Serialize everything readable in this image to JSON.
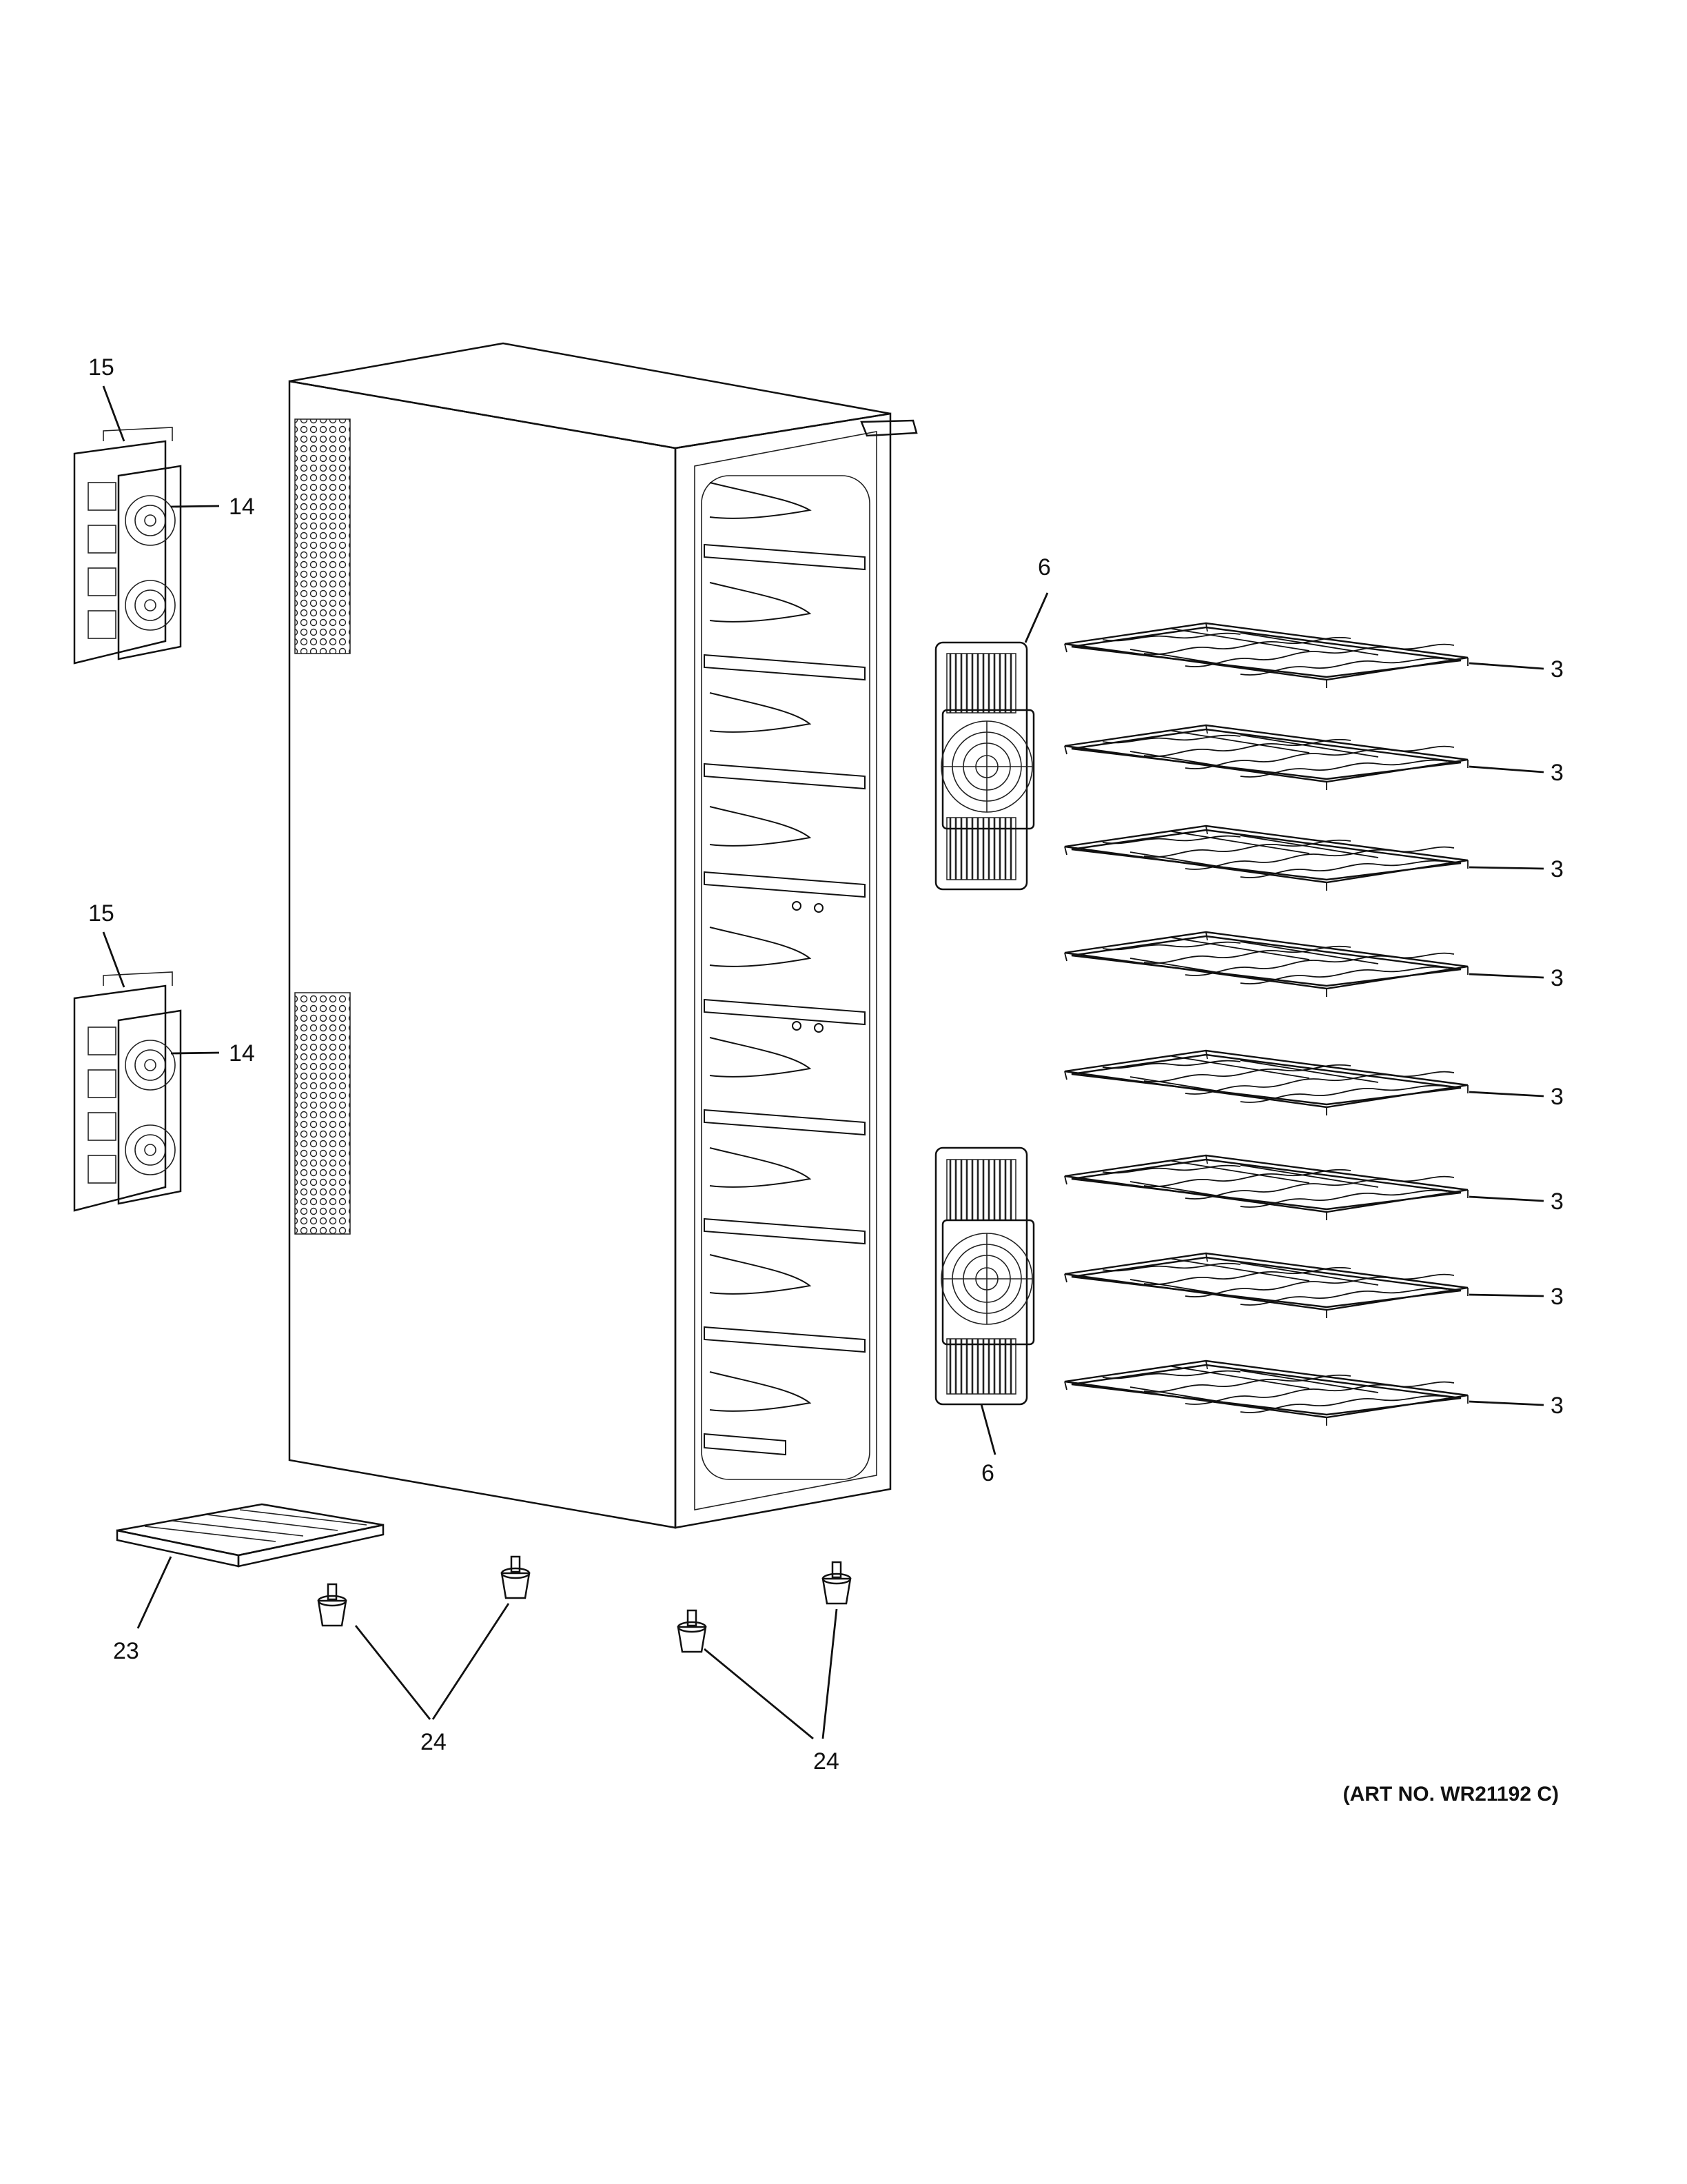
{
  "callouts": {
    "c15_top": "15",
    "c14_top": "14",
    "c15_mid": "15",
    "c14_mid": "14",
    "c6_top": "6",
    "c6_bottom": "6",
    "c3_1": "3",
    "c3_2": "3",
    "c3_3": "3",
    "c3_4": "3",
    "c3_5": "3",
    "c3_6": "3",
    "c3_7": "3",
    "c3_8": "3",
    "c23": "23",
    "c24_left": "24",
    "c24_right": "24"
  },
  "art_number": "(ART NO. WR21192 C)",
  "colors": {
    "line": "#111111",
    "background": "#ffffff",
    "grille": "#333333"
  }
}
